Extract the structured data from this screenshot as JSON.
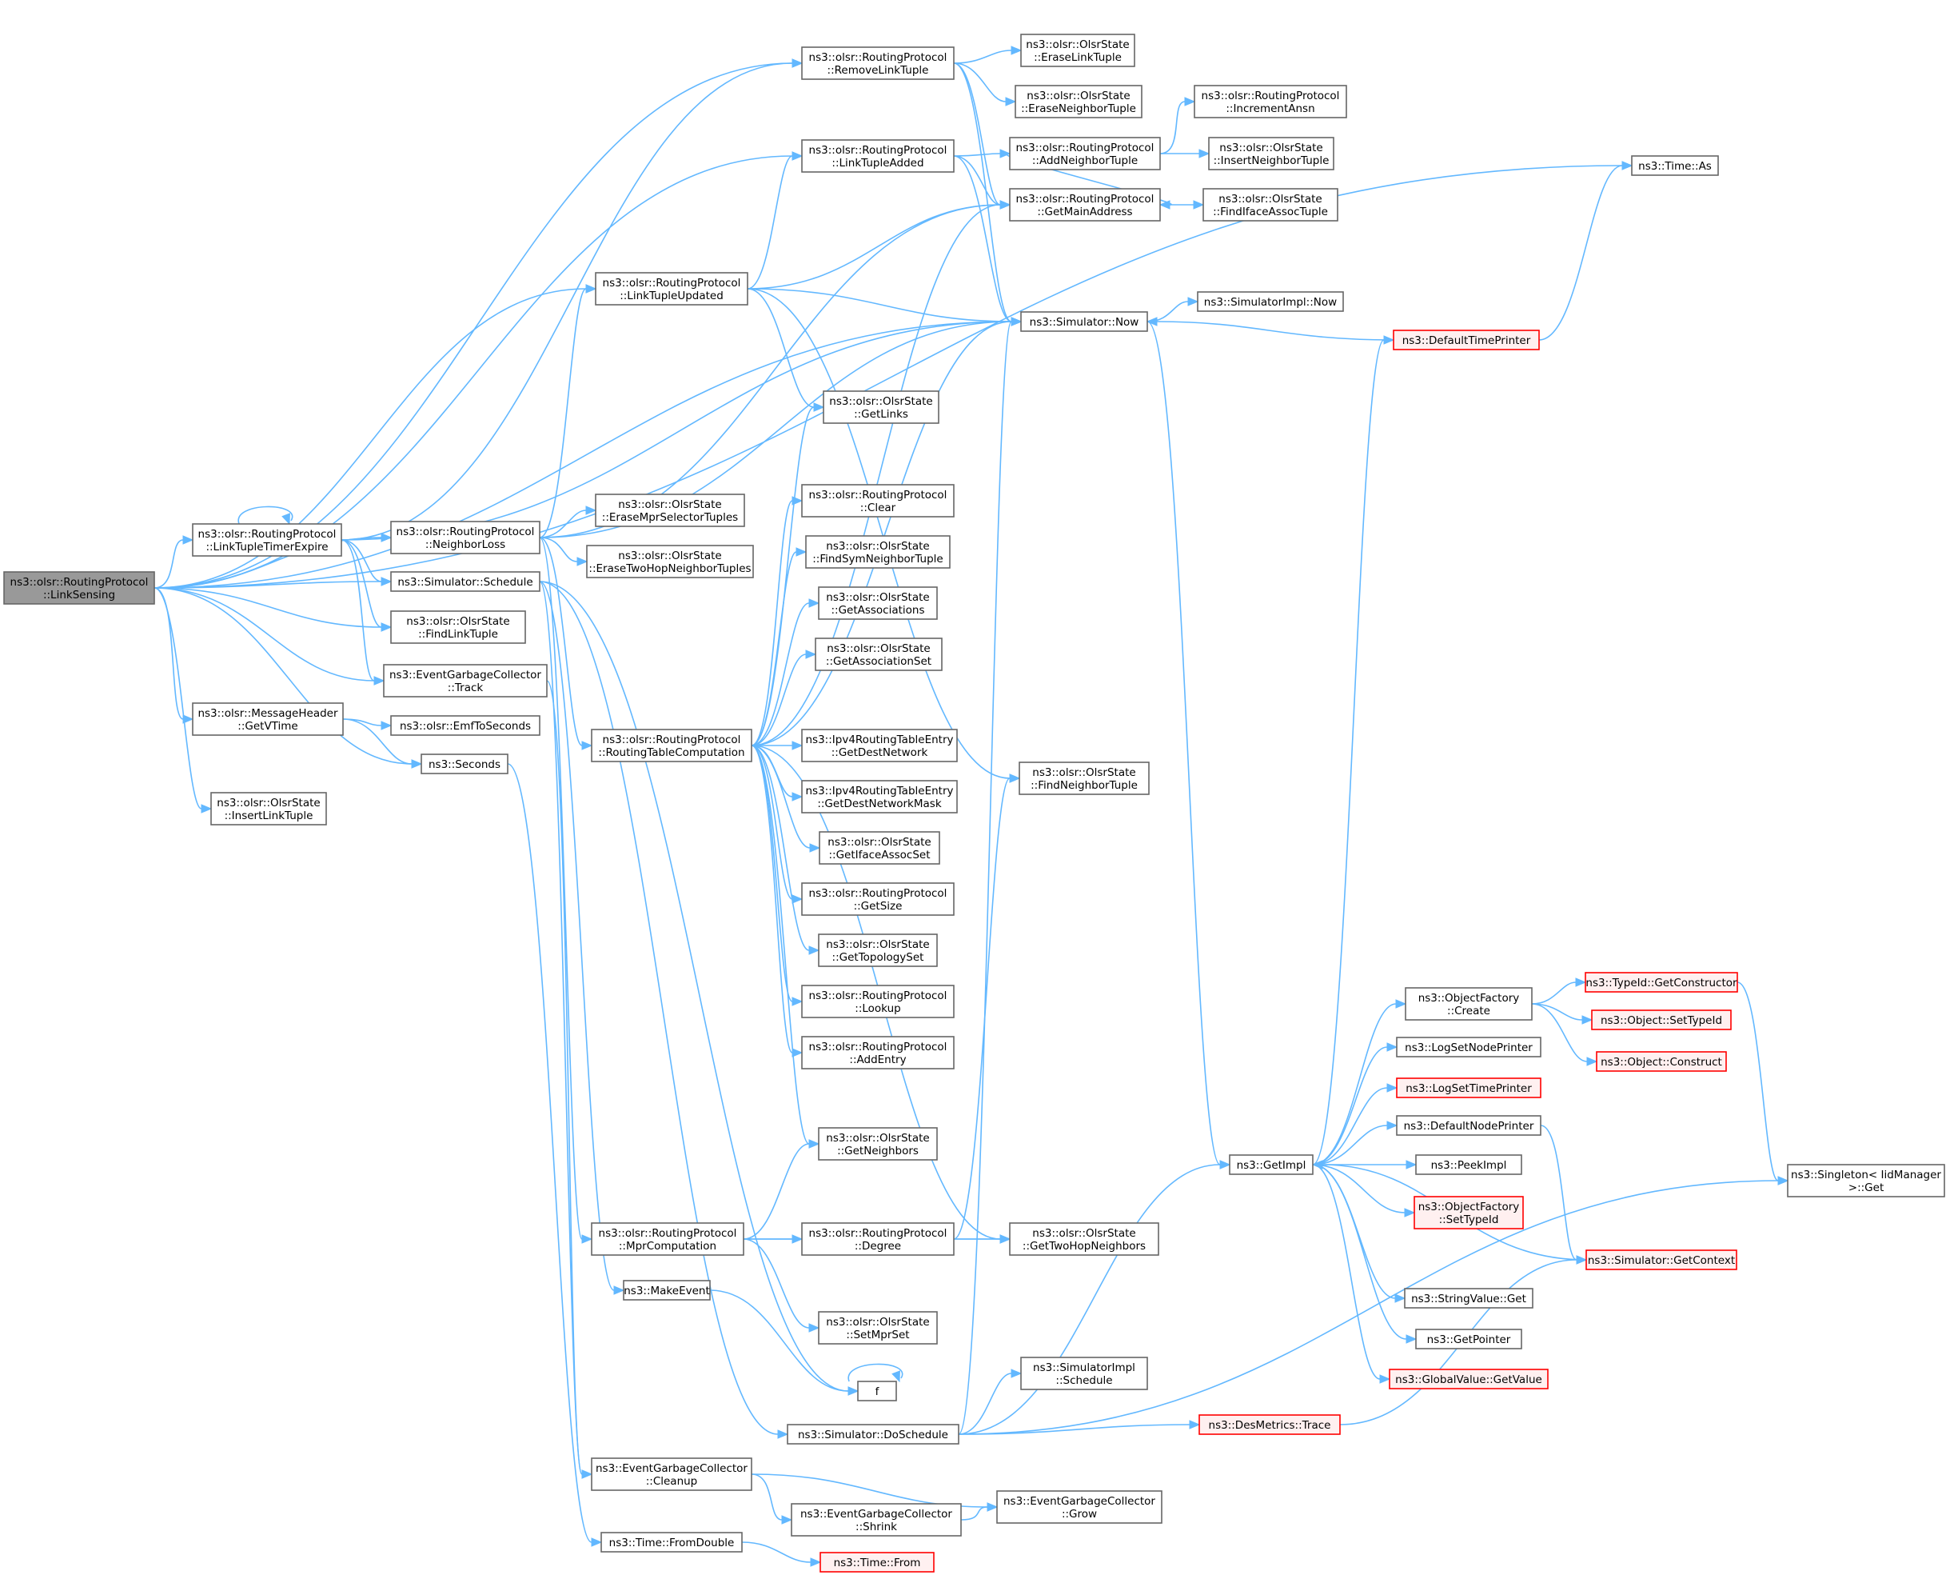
{
  "nodes": [
    {
      "id": "n0",
      "lines": [
        "ns3::olsr::RoutingProtocol",
        "::LinkSensing"
      ],
      "style": "root"
    },
    {
      "id": "n1",
      "lines": [
        "ns3::olsr::RoutingProtocol",
        "::LinkTupleTimerExpire"
      ],
      "style": "normal"
    },
    {
      "id": "n2",
      "lines": [
        "ns3::olsr::RoutingProtocol",
        "::NeighborLoss"
      ],
      "style": "normal"
    },
    {
      "id": "n3",
      "lines": [
        "ns3::Simulator::Schedule"
      ],
      "style": "normal"
    },
    {
      "id": "n4",
      "lines": [
        "ns3::olsr::OlsrState",
        "::FindLinkTuple"
      ],
      "style": "normal"
    },
    {
      "id": "n5",
      "lines": [
        "ns3::EventGarbageCollector",
        "::Track"
      ],
      "style": "normal"
    },
    {
      "id": "n6",
      "lines": [
        "ns3::olsr::MessageHeader",
        "::GetVTime"
      ],
      "style": "normal"
    },
    {
      "id": "n7",
      "lines": [
        "ns3::olsr::EmfToSeconds"
      ],
      "style": "normal"
    },
    {
      "id": "n8",
      "lines": [
        "ns3::Seconds"
      ],
      "style": "normal"
    },
    {
      "id": "n9",
      "lines": [
        "ns3::olsr::OlsrState",
        "::InsertLinkTuple"
      ],
      "style": "normal"
    },
    {
      "id": "n10",
      "lines": [
        "ns3::olsr::RoutingProtocol",
        "::RemoveLinkTuple"
      ],
      "style": "normal"
    },
    {
      "id": "n11",
      "lines": [
        "ns3::olsr::RoutingProtocol",
        "::LinkTupleAdded"
      ],
      "style": "normal"
    },
    {
      "id": "n12",
      "lines": [
        "ns3::olsr::RoutingProtocol",
        "::LinkTupleUpdated"
      ],
      "style": "normal"
    },
    {
      "id": "n13",
      "lines": [
        "ns3::olsr::OlsrState",
        "::EraseMprSelectorTuples"
      ],
      "style": "normal"
    },
    {
      "id": "n14",
      "lines": [
        "ns3::olsr::OlsrState",
        "::EraseTwoHopNeighborTuples"
      ],
      "style": "normal"
    },
    {
      "id": "n15",
      "lines": [
        "ns3::olsr::RoutingProtocol",
        "::RoutingTableComputation"
      ],
      "style": "normal"
    },
    {
      "id": "n16",
      "lines": [
        "ns3::olsr::RoutingProtocol",
        "::MprComputation"
      ],
      "style": "normal"
    },
    {
      "id": "n17",
      "lines": [
        "ns3::MakeEvent"
      ],
      "style": "normal"
    },
    {
      "id": "n18",
      "lines": [
        "ns3::EventGarbageCollector",
        "::Cleanup"
      ],
      "style": "normal"
    },
    {
      "id": "n19",
      "lines": [
        "ns3::Time::FromDouble"
      ],
      "style": "normal"
    },
    {
      "id": "n20",
      "lines": [
        "ns3::olsr::OlsrState",
        "::EraseLinkTuple"
      ],
      "style": "normal"
    },
    {
      "id": "n21",
      "lines": [
        "ns3::olsr::OlsrState",
        "::EraseNeighborTuple"
      ],
      "style": "normal"
    },
    {
      "id": "n22",
      "lines": [
        "ns3::olsr::RoutingProtocol",
        "::AddNeighborTuple"
      ],
      "style": "normal"
    },
    {
      "id": "n23",
      "lines": [
        "ns3::olsr::RoutingProtocol",
        "::GetMainAddress"
      ],
      "style": "normal"
    },
    {
      "id": "n24",
      "lines": [
        "ns3::Simulator::Now"
      ],
      "style": "normal"
    },
    {
      "id": "n25",
      "lines": [
        "ns3::olsr::OlsrState",
        "::GetLinks"
      ],
      "style": "normal"
    },
    {
      "id": "n26",
      "lines": [
        "ns3::olsr::RoutingProtocol",
        "::Clear"
      ],
      "style": "normal"
    },
    {
      "id": "n27",
      "lines": [
        "ns3::olsr::OlsrState",
        "::FindSymNeighborTuple"
      ],
      "style": "normal"
    },
    {
      "id": "n28",
      "lines": [
        "ns3::olsr::OlsrState",
        "::GetAssociations"
      ],
      "style": "normal"
    },
    {
      "id": "n29",
      "lines": [
        "ns3::olsr::OlsrState",
        "::GetAssociationSet"
      ],
      "style": "normal"
    },
    {
      "id": "n30",
      "lines": [
        "ns3::Ipv4RoutingTableEntry",
        "::GetDestNetwork"
      ],
      "style": "normal"
    },
    {
      "id": "n31",
      "lines": [
        "ns3::Ipv4RoutingTableEntry",
        "::GetDestNetworkMask"
      ],
      "style": "normal"
    },
    {
      "id": "n32",
      "lines": [
        "ns3::olsr::OlsrState",
        "::GetIfaceAssocSet"
      ],
      "style": "normal"
    },
    {
      "id": "n33",
      "lines": [
        "ns3::olsr::RoutingProtocol",
        "::GetSize"
      ],
      "style": "normal"
    },
    {
      "id": "n34",
      "lines": [
        "ns3::olsr::OlsrState",
        "::GetTopologySet"
      ],
      "style": "normal"
    },
    {
      "id": "n35",
      "lines": [
        "ns3::olsr::RoutingProtocol",
        "::Lookup"
      ],
      "style": "normal"
    },
    {
      "id": "n36",
      "lines": [
        "ns3::olsr::RoutingProtocol",
        "::AddEntry"
      ],
      "style": "normal"
    },
    {
      "id": "n37",
      "lines": [
        "ns3::olsr::OlsrState",
        "::GetNeighbors"
      ],
      "style": "normal"
    },
    {
      "id": "n38",
      "lines": [
        "ns3::olsr::RoutingProtocol",
        "::Degree"
      ],
      "style": "normal"
    },
    {
      "id": "n39",
      "lines": [
        "ns3::olsr::OlsrState",
        "::SetMprSet"
      ],
      "style": "normal"
    },
    {
      "id": "n40",
      "lines": [
        "f"
      ],
      "style": "normal"
    },
    {
      "id": "n41",
      "lines": [
        "ns3::Simulator::DoSchedule"
      ],
      "style": "normal"
    },
    {
      "id": "n42",
      "lines": [
        "ns3::EventGarbageCollector",
        "::Shrink"
      ],
      "style": "normal"
    },
    {
      "id": "n43",
      "lines": [
        "ns3::Time::From"
      ],
      "style": "red"
    },
    {
      "id": "n44",
      "lines": [
        "ns3::olsr::RoutingProtocol",
        "::IncrementAnsn"
      ],
      "style": "normal"
    },
    {
      "id": "n45",
      "lines": [
        "ns3::olsr::OlsrState",
        "::InsertNeighborTuple"
      ],
      "style": "normal"
    },
    {
      "id": "n46",
      "lines": [
        "ns3::olsr::OlsrState",
        "::FindIfaceAssocTuple"
      ],
      "style": "normal"
    },
    {
      "id": "n47",
      "lines": [
        "ns3::SimulatorImpl::Now"
      ],
      "style": "normal"
    },
    {
      "id": "n48",
      "lines": [
        "ns3::DefaultTimePrinter"
      ],
      "style": "red"
    },
    {
      "id": "n49",
      "lines": [
        "ns3::olsr::OlsrState",
        "::FindNeighborTuple"
      ],
      "style": "normal"
    },
    {
      "id": "n50",
      "lines": [
        "ns3::olsr::OlsrState",
        "::GetTwoHopNeighbors"
      ],
      "style": "normal"
    },
    {
      "id": "n51",
      "lines": [
        "ns3::SimulatorImpl",
        "::Schedule"
      ],
      "style": "normal"
    },
    {
      "id": "n52",
      "lines": [
        "ns3::DesMetrics::Trace"
      ],
      "style": "red"
    },
    {
      "id": "n53",
      "lines": [
        "ns3::EventGarbageCollector",
        "::Grow"
      ],
      "style": "normal"
    },
    {
      "id": "n54",
      "lines": [
        "ns3::GetImpl"
      ],
      "style": "normal"
    },
    {
      "id": "n55",
      "lines": [
        "ns3::Time::As"
      ],
      "style": "normal"
    },
    {
      "id": "n56",
      "lines": [
        "ns3::ObjectFactory",
        "::Create"
      ],
      "style": "normal"
    },
    {
      "id": "n57",
      "lines": [
        "ns3::LogSetNodePrinter"
      ],
      "style": "normal"
    },
    {
      "id": "n58",
      "lines": [
        "ns3::LogSetTimePrinter"
      ],
      "style": "red"
    },
    {
      "id": "n59",
      "lines": [
        "ns3::DefaultNodePrinter"
      ],
      "style": "normal"
    },
    {
      "id": "n60",
      "lines": [
        "ns3::PeekImpl"
      ],
      "style": "normal"
    },
    {
      "id": "n61",
      "lines": [
        "ns3::ObjectFactory",
        "::SetTypeId"
      ],
      "style": "red"
    },
    {
      "id": "n62",
      "lines": [
        "ns3::StringValue::Get"
      ],
      "style": "normal"
    },
    {
      "id": "n63",
      "lines": [
        "ns3::GetPointer"
      ],
      "style": "normal"
    },
    {
      "id": "n64",
      "lines": [
        "ns3::GlobalValue::GetValue"
      ],
      "style": "red"
    },
    {
      "id": "n65",
      "lines": [
        "ns3::TypeId::GetConstructor"
      ],
      "style": "red"
    },
    {
      "id": "n66",
      "lines": [
        "ns3::Object::SetTypeId"
      ],
      "style": "red"
    },
    {
      "id": "n67",
      "lines": [
        "ns3::Object::Construct"
      ],
      "style": "red"
    },
    {
      "id": "n68",
      "lines": [
        "ns3::Simulator::GetContext"
      ],
      "style": "red"
    },
    {
      "id": "n69",
      "lines": [
        "ns3::Singleton< IidManager",
        " >::Get"
      ],
      "style": "normal"
    }
  ],
  "edges": [
    [
      "n0",
      "n1"
    ],
    [
      "n0",
      "n2"
    ],
    [
      "n0",
      "n3"
    ],
    [
      "n0",
      "n4"
    ],
    [
      "n0",
      "n5"
    ],
    [
      "n0",
      "n6"
    ],
    [
      "n0",
      "n8"
    ],
    [
      "n0",
      "n9"
    ],
    [
      "n0",
      "n10"
    ],
    [
      "n0",
      "n11"
    ],
    [
      "n0",
      "n12"
    ],
    [
      "n0",
      "n24"
    ],
    [
      "n0",
      "n55"
    ],
    [
      "n1",
      "n1"
    ],
    [
      "n1",
      "n2"
    ],
    [
      "n1",
      "n3"
    ],
    [
      "n1",
      "n4"
    ],
    [
      "n1",
      "n5"
    ],
    [
      "n1",
      "n10"
    ],
    [
      "n1",
      "n24"
    ],
    [
      "n2",
      "n12"
    ],
    [
      "n2",
      "n23"
    ],
    [
      "n2",
      "n13"
    ],
    [
      "n2",
      "n14"
    ],
    [
      "n2",
      "n15"
    ],
    [
      "n2",
      "n16"
    ],
    [
      "n2",
      "n24"
    ],
    [
      "n3",
      "n17"
    ],
    [
      "n3",
      "n40"
    ],
    [
      "n3",
      "n41"
    ],
    [
      "n3",
      "n18"
    ],
    [
      "n5",
      "n18"
    ],
    [
      "n6",
      "n7"
    ],
    [
      "n6",
      "n8"
    ],
    [
      "n8",
      "n19"
    ],
    [
      "n10",
      "n20"
    ],
    [
      "n10",
      "n21"
    ],
    [
      "n10",
      "n23"
    ],
    [
      "n10",
      "n24"
    ],
    [
      "n11",
      "n22"
    ],
    [
      "n11",
      "n23"
    ],
    [
      "n11",
      "n24"
    ],
    [
      "n12",
      "n11"
    ],
    [
      "n12",
      "n23"
    ],
    [
      "n12",
      "n24"
    ],
    [
      "n12",
      "n25"
    ],
    [
      "n12",
      "n49"
    ],
    [
      "n15",
      "n23"
    ],
    [
      "n15",
      "n24"
    ],
    [
      "n15",
      "n25"
    ],
    [
      "n15",
      "n26"
    ],
    [
      "n15",
      "n27"
    ],
    [
      "n15",
      "n28"
    ],
    [
      "n15",
      "n29"
    ],
    [
      "n15",
      "n30"
    ],
    [
      "n15",
      "n31"
    ],
    [
      "n15",
      "n32"
    ],
    [
      "n15",
      "n33"
    ],
    [
      "n15",
      "n34"
    ],
    [
      "n15",
      "n35"
    ],
    [
      "n15",
      "n36"
    ],
    [
      "n15",
      "n37"
    ],
    [
      "n15",
      "n50"
    ],
    [
      "n16",
      "n37"
    ],
    [
      "n16",
      "n38"
    ],
    [
      "n16",
      "n39"
    ],
    [
      "n16",
      "n50"
    ],
    [
      "n17",
      "n40"
    ],
    [
      "n38",
      "n49"
    ],
    [
      "n38",
      "n50"
    ],
    [
      "n40",
      "n40"
    ],
    [
      "n41",
      "n24"
    ],
    [
      "n41",
      "n51"
    ],
    [
      "n41",
      "n52"
    ],
    [
      "n41",
      "n54"
    ],
    [
      "n41",
      "n69"
    ],
    [
      "n18",
      "n42"
    ],
    [
      "n18",
      "n53"
    ],
    [
      "n42",
      "n53"
    ],
    [
      "n19",
      "n43"
    ],
    [
      "n22",
      "n44"
    ],
    [
      "n22",
      "n45"
    ],
    [
      "n22",
      "n23"
    ],
    [
      "n23",
      "n46"
    ],
    [
      "n24",
      "n47"
    ],
    [
      "n24",
      "n54"
    ],
    [
      "n48",
      "n24"
    ],
    [
      "n48",
      "n55"
    ],
    [
      "n52",
      "n68"
    ],
    [
      "n54",
      "n48"
    ],
    [
      "n54",
      "n56"
    ],
    [
      "n54",
      "n57"
    ],
    [
      "n54",
      "n58"
    ],
    [
      "n54",
      "n59"
    ],
    [
      "n54",
      "n60"
    ],
    [
      "n54",
      "n61"
    ],
    [
      "n54",
      "n62"
    ],
    [
      "n54",
      "n63"
    ],
    [
      "n54",
      "n64"
    ],
    [
      "n56",
      "n65"
    ],
    [
      "n56",
      "n66"
    ],
    [
      "n56",
      "n67"
    ],
    [
      "n59",
      "n68"
    ],
    [
      "n65",
      "n69"
    ],
    [
      "n68",
      "n54"
    ]
  ]
}
